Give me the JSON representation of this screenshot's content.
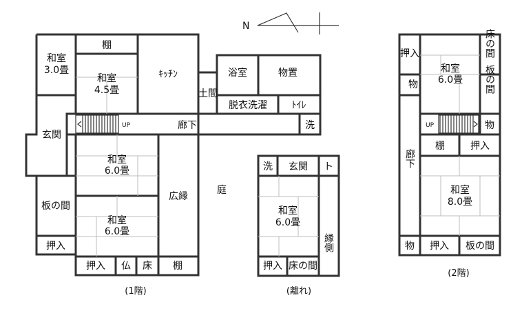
{
  "compass": {
    "north": "N"
  },
  "floor1": {
    "caption": "(1階)",
    "rooms": {
      "washitsu_3": {
        "name": "和室",
        "size": "3.0畳"
      },
      "tana_top": "棚",
      "washitsu_45": {
        "name": "和室",
        "size": "4.5畳"
      },
      "kitchen": "ｷｯﾁﾝ",
      "doma": "土間",
      "yokushitsu": "浴室",
      "monooki": "物置",
      "datsui": "脱衣洗濯",
      "toilet": "ﾄｲﾚ",
      "genkan": "玄関",
      "up": "UP",
      "rouka": "廊下",
      "sen": "洗",
      "washitsu_6a": {
        "name": "和室",
        "size": "6.0畳"
      },
      "hiroen": "広縁",
      "niwa": "庭",
      "itanoma": "板の間",
      "washitsu_6b": {
        "name": "和室",
        "size": "6.0畳"
      },
      "oshiire_left": "押入",
      "oshiire_bottom": "押入",
      "butsu": "仏",
      "toko": "床",
      "tana_bottom": "棚"
    }
  },
  "annex": {
    "caption": "(離れ)",
    "rooms": {
      "sen": "洗",
      "genkan": "玄関",
      "to": "ト",
      "washitsu": {
        "name": "和室",
        "size": "6.0畳"
      },
      "engawa": "縁側",
      "oshiire": "押入",
      "tokonoma": "床の間"
    }
  },
  "floor2": {
    "caption": "(2階)",
    "rooms": {
      "oshiire_top": "押入",
      "mono_top": "物",
      "washitsu_6": {
        "name": "和室",
        "size": "6.0畳"
      },
      "tokonoma": "床の間",
      "itanoma_right": "板の間",
      "up": "UP",
      "mono_right": "物",
      "rouka": "廊下",
      "tana": "棚",
      "oshiire_mid": "押入",
      "washitsu_8": {
        "name": "和室",
        "size": "8.0畳"
      },
      "mono_bottom": "物",
      "oshiire_bottom": "押入",
      "itanoma_bottom": "板の間"
    }
  }
}
